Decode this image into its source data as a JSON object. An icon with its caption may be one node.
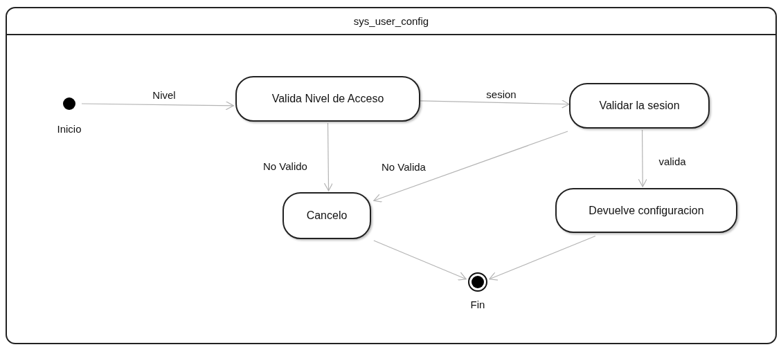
{
  "diagram": {
    "nodes": [
      {
        "text": [
          "sys_user_config"
        ]
      },
      {
        "text": [],
        "shape": "circle",
        "beside": [
          "Inicio"
        ],
        "in": 0
      },
      {
        "text": [
          "Valida Nivel de Acceso"
        ],
        "in": 0
      },
      {
        "text": [
          "Validar la sesion"
        ],
        "in": 0
      },
      {
        "text": [
          "Cancelo"
        ],
        "in": 0
      },
      {
        "text": [
          "Devuelve configuracion"
        ],
        "in": 0
      },
      {
        "text": [],
        "shape": "circle",
        "beside": [
          "Fin"
        ],
        "in": 0
      }
    ],
    "edges": [
      {
        "from": 1,
        "to": 2,
        "arrow": "to",
        "label": "Nivel"
      },
      {
        "from": 2,
        "to": 3,
        "arrow": "to",
        "label": "sesion"
      },
      {
        "from": 2,
        "to": 4,
        "arrow": "to",
        "label": "No Valido"
      },
      {
        "from": 3,
        "to": 4,
        "arrow": "to",
        "label": "No Valida"
      },
      {
        "from": 3,
        "to": 5,
        "arrow": "to",
        "label": "valida"
      },
      {
        "from": 4,
        "to": 6,
        "arrow": "to"
      },
      {
        "from": 5,
        "to": 6,
        "arrow": "to"
      }
    ]
  }
}
